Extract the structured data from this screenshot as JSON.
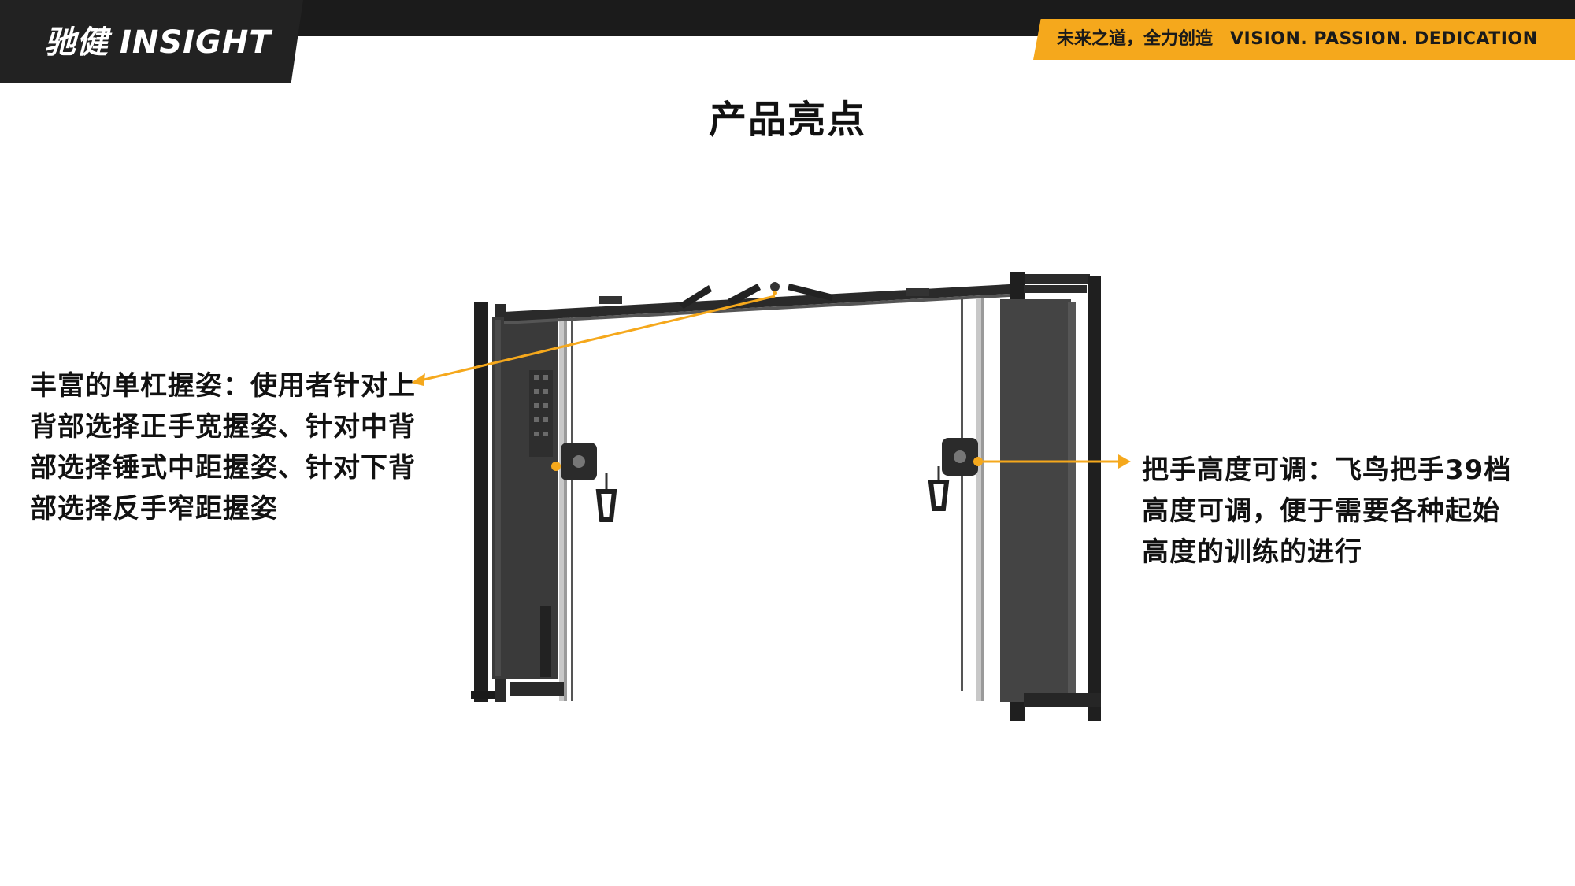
{
  "header": {
    "brand_cn": "驰健",
    "brand_en": "INSIGHT",
    "slogan_cn": "未来之道，全力创造",
    "slogan_en": "VISION. PASSION. DEDICATION"
  },
  "page_title": "产品亮点",
  "callouts": {
    "left": "丰富的单杠握姿：使用者针对上背部选择正手宽握姿、针对中背部选择锤式中距握姿、针对下背部选择反手窄距握姿",
    "right": "把手高度可调：飞鸟把手39档高度可调，便于需要各种起始高度的训练的进行"
  },
  "colors": {
    "accent": "#f5a81c",
    "dark": "#1b1b1b",
    "frame": "#262626"
  }
}
